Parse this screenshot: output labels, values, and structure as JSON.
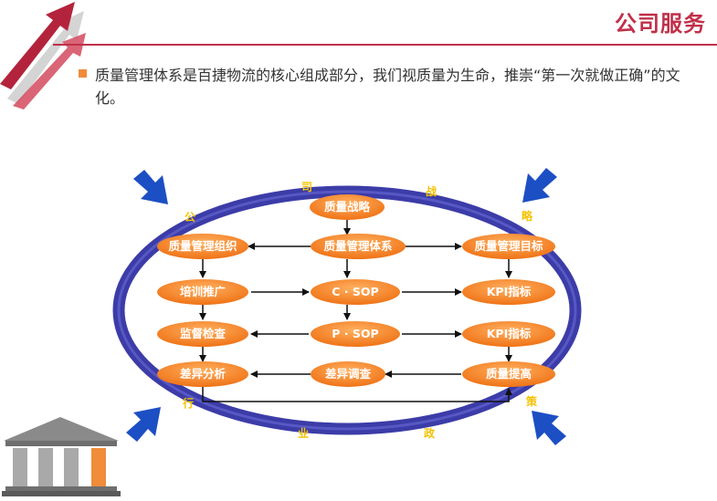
{
  "header": {
    "title": "公司服务"
  },
  "intro": {
    "text": "质量管理体系是百捷物流的核心组成部分，我们视质量为生命，推崇“第一次就做正确”的文化。"
  },
  "diagram": {
    "ring_chars": [
      "公",
      "司",
      "战",
      "略",
      "策",
      "政",
      "业",
      "行"
    ],
    "nodes": {
      "center_top": "质量战略",
      "center_system": "质量管理体系",
      "left_org": "质量管理组织",
      "right_goal": "质量管理目标",
      "left_train": "培训推广",
      "center_csop": "C · SOP",
      "right_kpi1": "KPI指标",
      "left_check": "监督检查",
      "center_psop": "P · SOP",
      "right_kpi2": "KPI指标",
      "left_diff": "差异分析",
      "center_survey": "差异调查",
      "right_improve": "质量提高"
    }
  },
  "colors": {
    "accent": "#c0304a",
    "node_orange": "#f07a1a",
    "ring_blue": "#3c3ca8",
    "arrow_blue": "#1c4fc4",
    "ring_text": "#f5c200"
  }
}
